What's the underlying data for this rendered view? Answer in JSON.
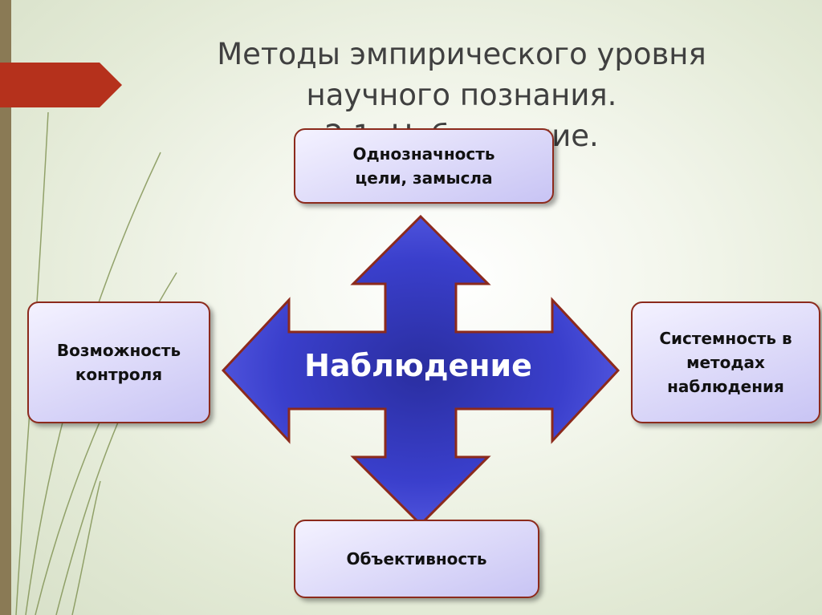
{
  "title": {
    "line1": "Методы эмпирического уровня",
    "line2": "научного познания.",
    "line3": "2.1. Наблюдение."
  },
  "center": {
    "label": "Наблюдение"
  },
  "boxes": {
    "top": "Однозначность цели, замысла",
    "left": "Возможность контроля",
    "right": "Системность в методах наблюдения",
    "bottom": "Объективность"
  },
  "colors": {
    "arrow_fill": "#3a3fcc",
    "arrow_border": "#8c2a1c",
    "box_border": "#8c2a1c",
    "accent_red": "#b5311c",
    "side_bar": "#8a7a55"
  }
}
